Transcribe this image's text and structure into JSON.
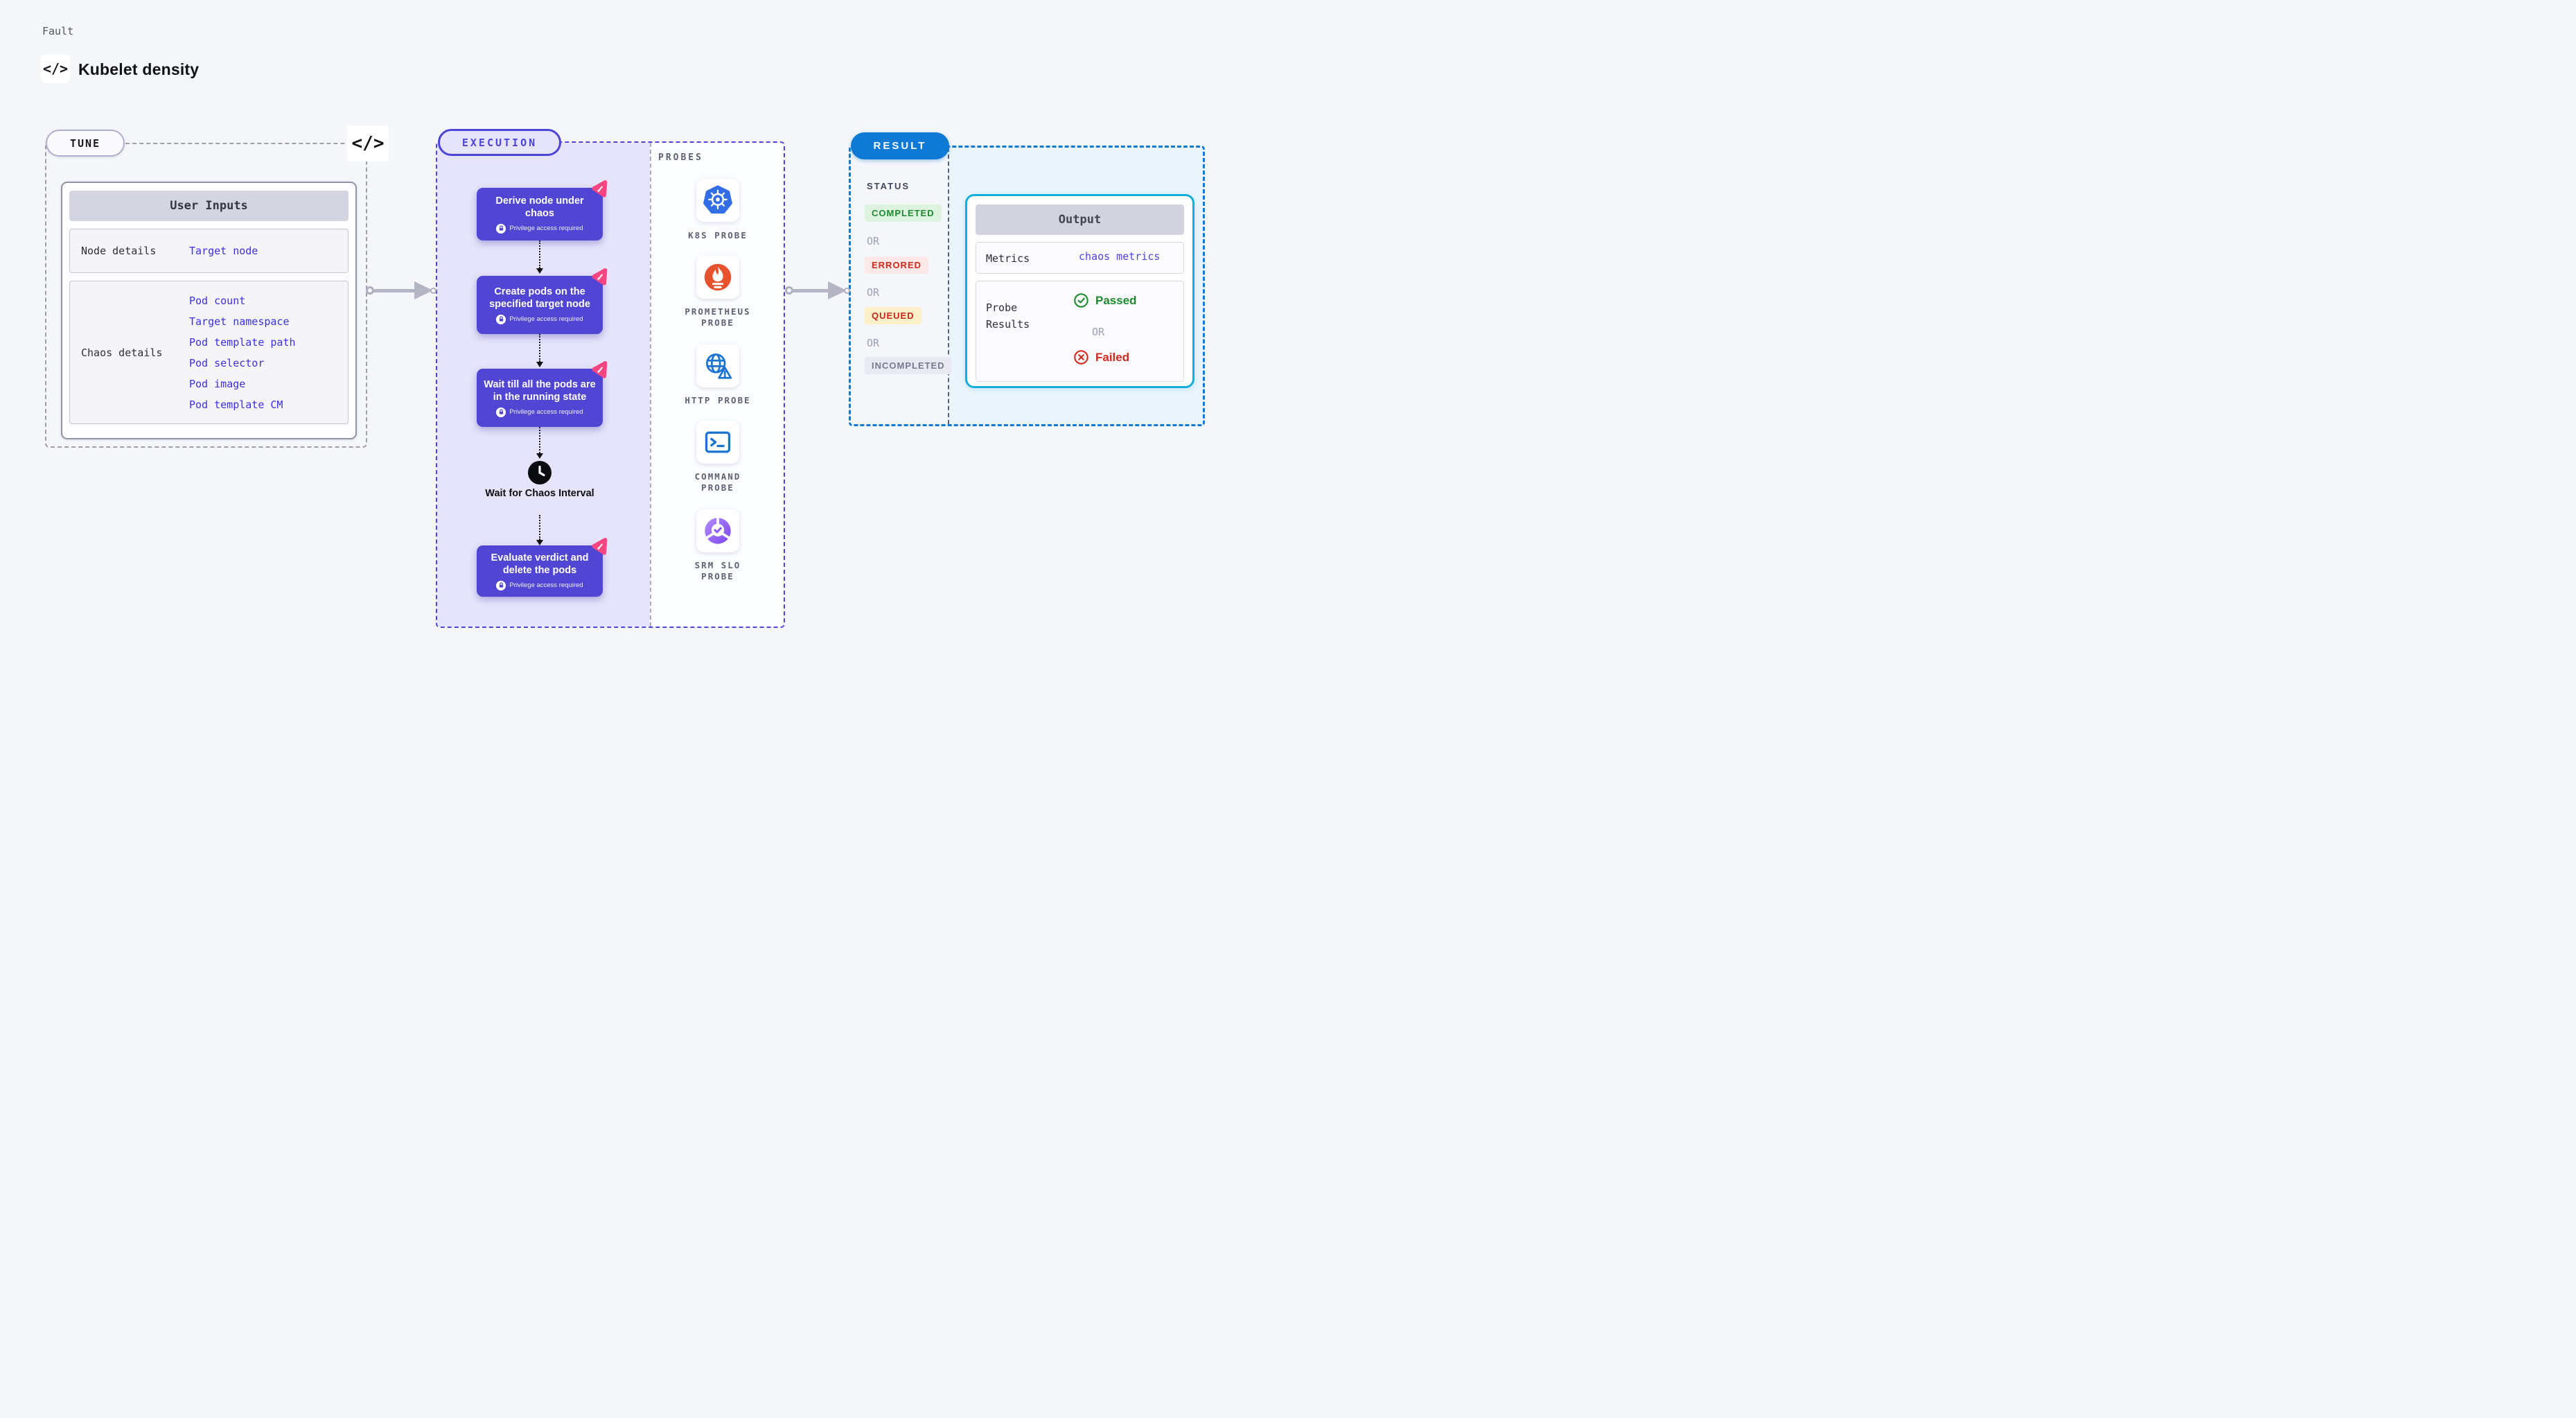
{
  "header": {
    "eyebrow": "Fault",
    "title": "Kubelet density",
    "code_icon": "</>"
  },
  "tune": {
    "badge": "TUNE",
    "code_icon": "</>",
    "table_title": "User Inputs",
    "rows": [
      {
        "label": "Node details",
        "links": [
          "Target node"
        ]
      },
      {
        "label": "Chaos details",
        "links": [
          "Pod count",
          "Target namespace",
          "Pod template path",
          "Pod selector",
          "Pod image",
          "Pod template CM"
        ]
      }
    ]
  },
  "execution": {
    "badge": "EXECUTION",
    "steps": [
      {
        "title": "Derive node under chaos",
        "note": "Privilege access required"
      },
      {
        "title": "Create pods on the specified target node",
        "note": "Privilege access required"
      },
      {
        "title": "Wait till all the pods are in the running state",
        "note": "Privilege access required"
      },
      {
        "title": "Evaluate verdict and delete the pods",
        "note": "Privilege access required"
      }
    ],
    "wait_node": "Wait for Chaos Interval"
  },
  "probes": {
    "title": "PROBES",
    "items": [
      {
        "name": "K8S PROBE",
        "icon": "kubernetes-wheel"
      },
      {
        "name": "PROMETHEUS PROBE",
        "icon": "prometheus-flame"
      },
      {
        "name": "HTTP PROBE",
        "icon": "globe-warning"
      },
      {
        "name": "COMMAND PROBE",
        "icon": "terminal"
      },
      {
        "name": "SRM SLO PROBE",
        "icon": "slo-pie-check"
      }
    ]
  },
  "result": {
    "badge": "RESULT",
    "status_title": "STATUS",
    "or_label": "OR",
    "statuses": [
      {
        "label": "COMPLETED",
        "bg": "#def3df",
        "color": "#1d8930"
      },
      {
        "label": "ERRORED",
        "bg": "#fce8e7",
        "color": "#d2281e"
      },
      {
        "label": "QUEUED",
        "bg": "#fcf0c9",
        "color": "#ca251c"
      },
      {
        "label": "INCOMPLETED",
        "bg": "#e8e9f1",
        "color": "#747a8f"
      }
    ],
    "output": {
      "title": "Output",
      "metrics_label": "Metrics",
      "metrics_value": "chaos metrics",
      "probe_results_label": "Probe Results",
      "passed": "Passed",
      "or_label": "OR",
      "failed": "Failed"
    }
  },
  "colors": {
    "page_bg": "#f5f6fa",
    "step_purple": "#5146d3",
    "execution_fill": "#e5e4fa",
    "execution_border": "#4d44da",
    "result_blue": "#0f79d6",
    "output_border": "#15addd",
    "result_fill": "#e9f5fb",
    "link_indigo": "#3b2fe4",
    "litmus_pink": "#f94682",
    "k8s_blue": "#326de6",
    "prometheus_orange": "#e6522c",
    "probe_icon_blue": "#1b74d3",
    "srm_purple": "#8b5cf6",
    "passed_green": "#1d8a2e",
    "failed_red": "#d2281e",
    "arrow_gray": "#b4b4c5"
  }
}
